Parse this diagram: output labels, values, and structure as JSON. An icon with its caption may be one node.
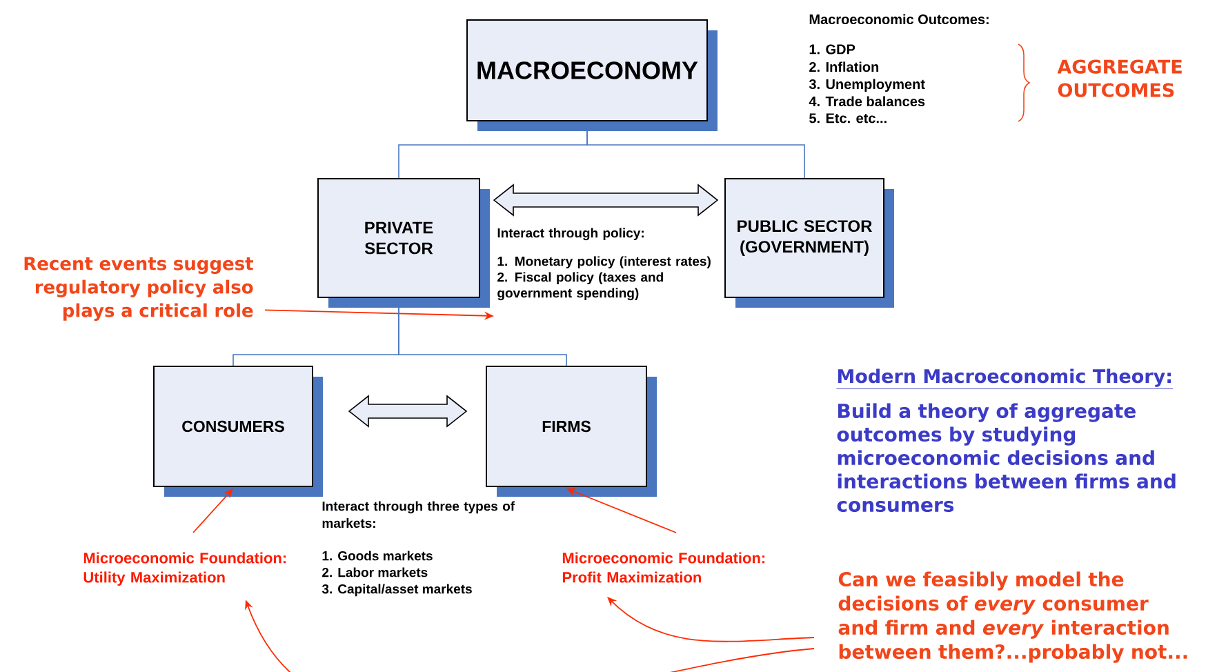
{
  "diagram": {
    "nodes": [
      {
        "text": [
          "MACROECONOMY"
        ]
      },
      {
        "text": [
          "PRIVATE SECTOR"
        ]
      },
      {
        "text": [
          "PUBLIC SECTOR (GOVERNMENT)"
        ]
      },
      {
        "text": [
          "Recent events suggest regulatory policy also plays a critical role"
        ]
      },
      {
        "text": [
          "Interact through policy:",
          "1. Monetary policy (interest rates)",
          "2. Fiscal policy (taxes and government spending)"
        ]
      },
      {
        "text": [
          "CONSUMERS"
        ]
      },
      {
        "text": [
          "FIRMS"
        ]
      },
      {
        "text": [
          "Microeconomic Foundation: Utility Maximization"
        ]
      },
      {
        "text": [
          "Microeconomic Foundation: Profit Maximization"
        ]
      },
      {
        "text": [
          "Can we feasibly model the decisions of *every* consumer and firm and *every* interaction between them?...probably not..."
        ]
      }
    ],
    "edges": [
      {
        "from": 0,
        "to": 1,
        "arrow": "none",
        "color": "#4a76c0"
      },
      {
        "from": 0,
        "to": 2,
        "arrow": "none",
        "color": "#4a76c0"
      },
      {
        "from": 1,
        "to": 2,
        "arrow": "both",
        "style": "thick"
      },
      {
        "from": 3,
        "to": 4,
        "arrow": "to",
        "color": "#ff2a00"
      },
      {
        "from": 1,
        "to": 5,
        "arrow": "none",
        "color": "#4a76c0"
      },
      {
        "from": 1,
        "to": 6,
        "arrow": "none",
        "color": "#4a76c0"
      },
      {
        "from": 5,
        "to": 6,
        "arrow": "both",
        "style": "thick"
      },
      {
        "from": 7,
        "to": 5,
        "arrow": "to",
        "color": "#ff2a00"
      },
      {
        "from": 8,
        "to": 6,
        "arrow": "to",
        "color": "#ff2a00"
      },
      {
        "from": 9,
        "to": 7,
        "arrow": "to",
        "color": "#ff2a00"
      },
      {
        "from": 9,
        "to": 8,
        "arrow": "to",
        "color": "#ff2a00"
      }
    ],
    "labels": [
      "Macroeconomic Outcomes:",
      "1. GDP",
      "2. Inflation",
      "3. Unemployment",
      "4. Trade balances",
      "5. Etc. etc...",
      "AGGREGATE OUTCOMES",
      "Interact through three types of markets:",
      "1. Goods markets",
      "2. Labor markets",
      "3. Capital/asset markets",
      "Modern Macroeconomic Theory:",
      "Build a theory of aggregate outcomes by studying microeconomic decisions and interactions between firms and consumers"
    ]
  }
}
